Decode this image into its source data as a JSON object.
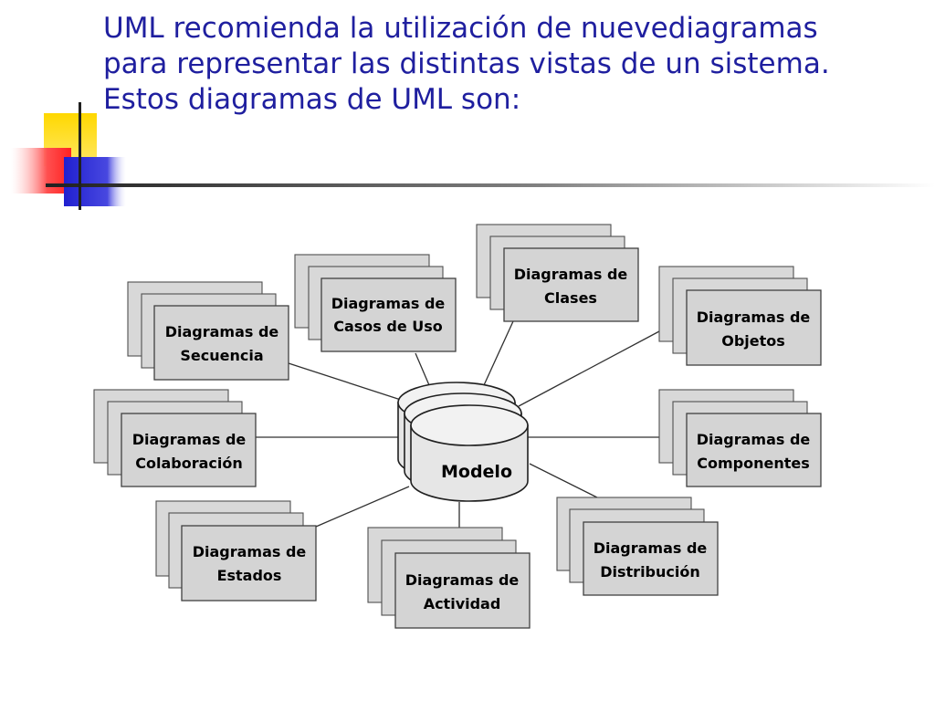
{
  "slide": {
    "title_lines": [
      "UML recomienda la utilización de nuevediagramas",
      "para representar las distintas vistas de un sistema.",
      "Estos diagramas de UML son:"
    ]
  },
  "diagram": {
    "center_label": "Modelo",
    "nodes": [
      {
        "id": "secuencia",
        "line1": "Diagramas de",
        "line2": "Secuencia"
      },
      {
        "id": "casos-de-uso",
        "line1": "Diagramas de",
        "line2": "Casos de Uso"
      },
      {
        "id": "clases",
        "line1": "Diagramas de",
        "line2": "Clases"
      },
      {
        "id": "objetos",
        "line1": "Diagramas de",
        "line2": "Objetos"
      },
      {
        "id": "colaboracion",
        "line1": "Diagramas de",
        "line2": "Colaboración"
      },
      {
        "id": "componentes",
        "line1": "Diagramas de",
        "line2": "Componentes"
      },
      {
        "id": "estados",
        "line1": "Diagramas de",
        "line2": "Estados"
      },
      {
        "id": "actividad",
        "line1": "Diagramas de",
        "line2": "Actividad"
      },
      {
        "id": "distribucion",
        "line1": "Diagramas de",
        "line2": "Distribución"
      }
    ]
  },
  "colors": {
    "title": "#1f1f9f",
    "accent_yellow": "#ffd800",
    "accent_red": "#ff3030",
    "accent_blue": "#2b2bd8"
  }
}
